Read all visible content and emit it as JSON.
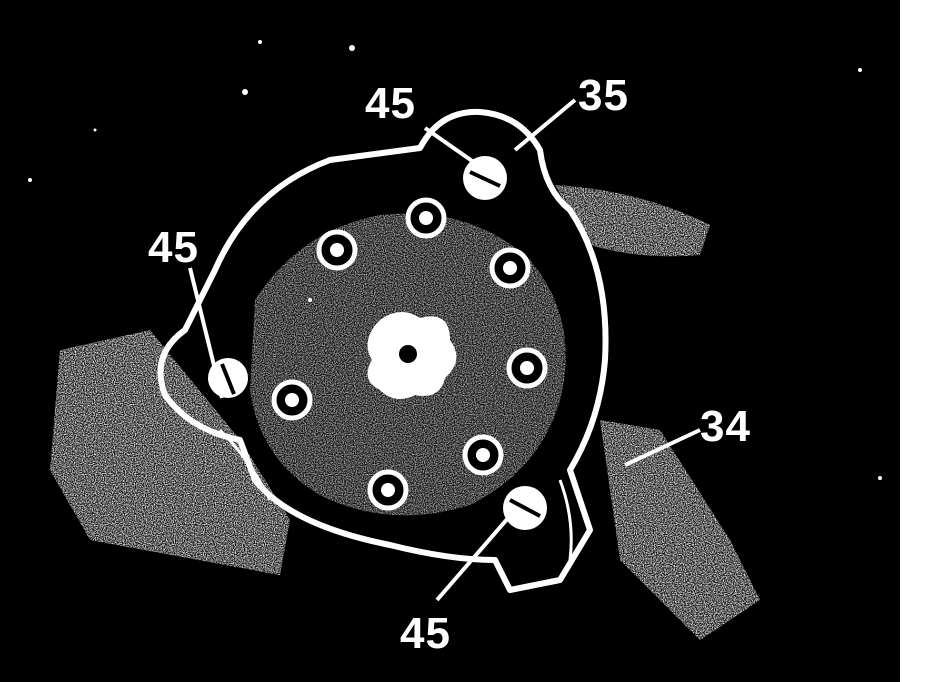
{
  "image": {
    "description_colors": {
      "background": "#000000",
      "foreground": "#ffffff"
    }
  },
  "callouts": {
    "top": "45",
    "top_right": "35",
    "left": "45",
    "right": "34",
    "bottom": "45"
  }
}
